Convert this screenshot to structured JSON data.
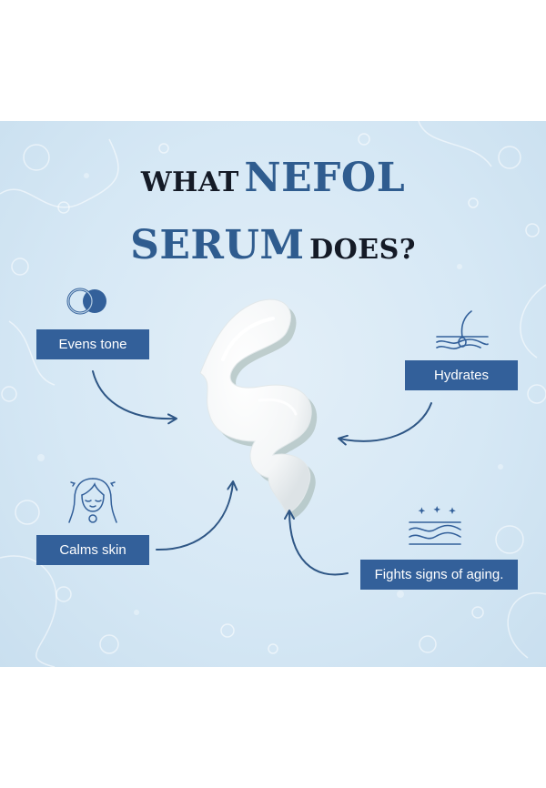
{
  "title": {
    "line1_small": "WHAT",
    "line1_big": "NEFOL",
    "line2_big": "SERUM",
    "line2_small": "DOES?"
  },
  "benefits": [
    {
      "label": "Evens tone",
      "icon": "overlapping-circles-icon"
    },
    {
      "label": "Hydrates",
      "icon": "skin-layer-hair-icon"
    },
    {
      "label": "Calms skin",
      "icon": "calm-face-icon"
    },
    {
      "label": "Fights signs of aging.",
      "icon": "smooth-skin-sparkle-icon"
    }
  ],
  "colors": {
    "background": "#d6e8f5",
    "accent": "#33609a",
    "title_dark": "#141a26",
    "title_blue": "#2f5c8f",
    "arrow": "#2e5685"
  }
}
